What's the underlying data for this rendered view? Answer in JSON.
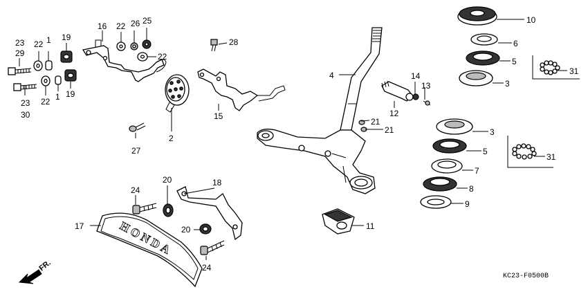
{
  "diagram": {
    "code": "KC23-F0500B",
    "direction_label": "FR.",
    "brand_text": "HONDA",
    "callouts": {
      "c1a": "1",
      "c1b": "1",
      "c2": "2",
      "c3a": "3",
      "c3b": "3",
      "c4": "4",
      "c5a": "5",
      "c5b": "5",
      "c6": "6",
      "c7": "7",
      "c8": "8",
      "c9": "9",
      "c10": "10",
      "c11": "11",
      "c12": "12",
      "c13": "13",
      "c14": "14",
      "c15": "15",
      "c16": "16",
      "c17": "17",
      "c18": "18",
      "c19a": "19",
      "c19b": "19",
      "c20a": "20",
      "c20b": "20",
      "c21a": "21",
      "c21b": "21",
      "c22a": "22",
      "c22b": "22",
      "c22c": "22",
      "c22d": "22",
      "c23a": "23",
      "c23b": "23",
      "c24a": "24",
      "c24b": "24",
      "c25": "25",
      "c26": "26",
      "c27": "27",
      "c28": "28",
      "c29": "29",
      "c30": "30",
      "c31a": "31",
      "c31b": "31"
    }
  }
}
